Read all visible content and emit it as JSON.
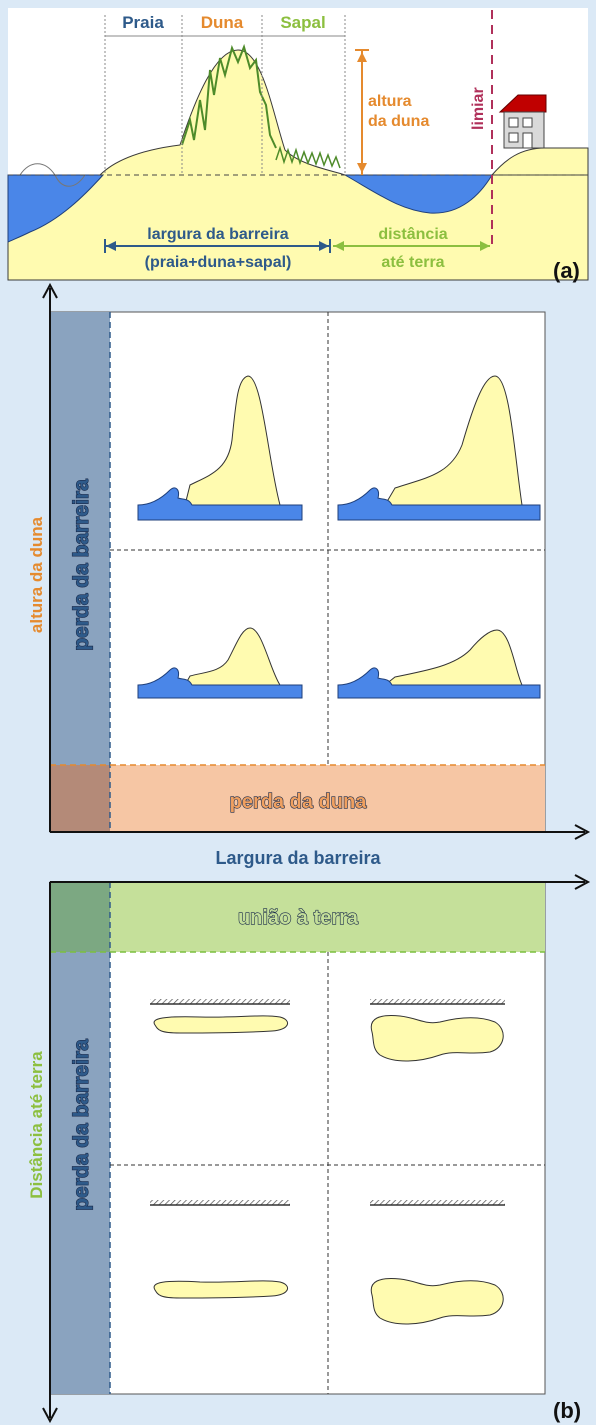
{
  "panel_a": {
    "zone_beach": "Praia",
    "zone_dune": "Duna",
    "zone_marsh": "Sapal",
    "dune_height_line1": "altura",
    "dune_height_line2": "da duna",
    "threshold": "limiar",
    "barrier_width_line1": "largura da barreira",
    "barrier_width_line2": "(praia+duna+sapal)",
    "distance_line1": "distância",
    "distance_line2": "até terra",
    "panel_label": "(a)"
  },
  "panel_b_top": {
    "y_axis": "altura da duna",
    "x_axis": "Largura da barreira",
    "barrier_loss": "perda da barreira",
    "dune_loss": "perda da duna"
  },
  "panel_b_bottom": {
    "y_axis": "Distância até terra",
    "barrier_loss": "perda da barreira",
    "land_union": "união à terra",
    "panel_label": "(b)"
  },
  "colors": {
    "background": "#dbe9f6",
    "sand": "#fffbb0",
    "water": "#4a86e8",
    "beach_label": "#2e5a8a",
    "dune_label": "#e58a2e",
    "marsh_label": "#8cbf3f",
    "threshold": "#b0305a",
    "barrier_loss_fill": "#8aa3bf",
    "dune_loss_fill": "#f6c6a4",
    "land_union_fill": "#c5e09a"
  }
}
